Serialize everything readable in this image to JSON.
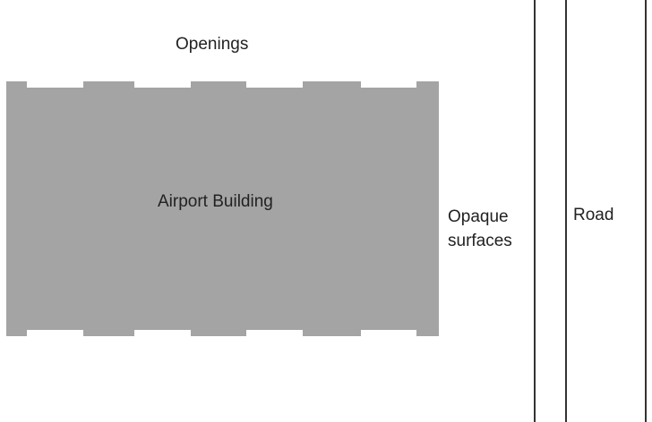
{
  "labels": {
    "openings": "Openings",
    "building": "Airport Building",
    "opaque_line1": "Opaque",
    "opaque_line2": "surfaces",
    "road": "Road"
  },
  "colors": {
    "building_fill": "#a5a4a4",
    "road_line": "#333333",
    "text": "#222222",
    "background": "#ffffff"
  }
}
